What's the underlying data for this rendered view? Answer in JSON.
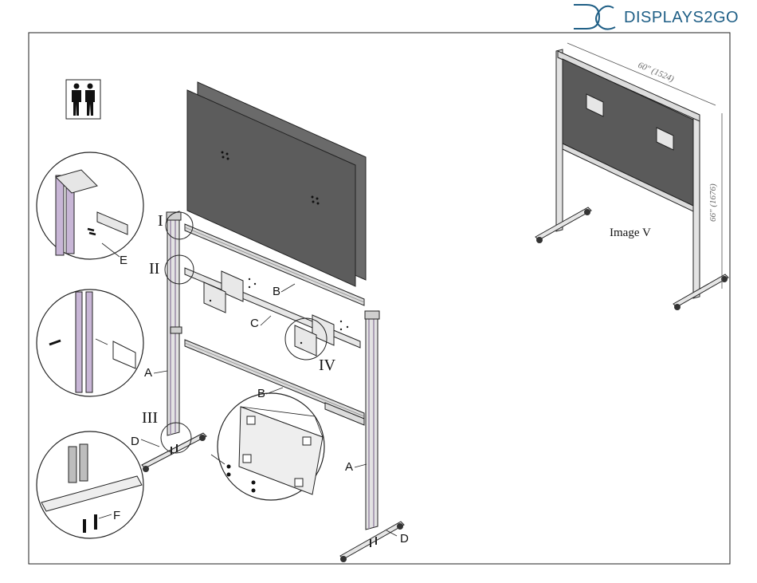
{
  "brand": {
    "name": "DISPLAYS2GO",
    "logo_icon": "dg-monogram-icon",
    "color": "#1f5f86"
  },
  "icons": {
    "two_person": "two-person-assembly-icon"
  },
  "parts": {
    "A": "A",
    "B": "B",
    "C": "C",
    "D": "D",
    "E": "E",
    "F": "F"
  },
  "steps": {
    "I": "I",
    "II": "II",
    "III": "III",
    "IV": "IV"
  },
  "image_v": {
    "caption": "Image V",
    "width_dim": "60\" (1524)",
    "height_dim": "66\" (1676)"
  },
  "colors": {
    "panel": "#5f5f5f",
    "frame_gray": "#c9c9c9",
    "post_purple": "#c8b6d6",
    "line": "#1a1a1a"
  }
}
